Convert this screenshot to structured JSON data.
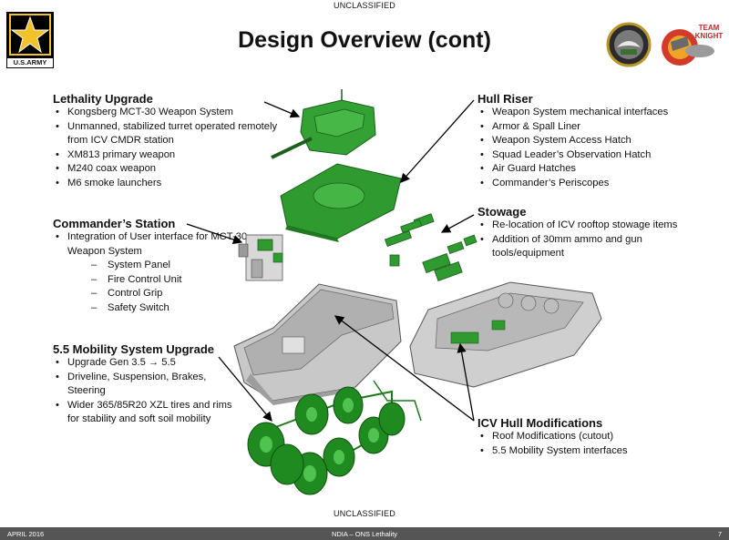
{
  "classification_top": "UNCLASSIFIED",
  "classification_bottom": "UNCLASSIFIED",
  "army_logo_text": "U.S.ARMY",
  "team_logo_text": "TEAM KNIGHT",
  "title": "Design Overview (cont)",
  "lethality": {
    "title": "Lethality Upgrade",
    "items": [
      "Kongsberg MCT-30 Weapon System",
      "Unmanned, stabilized turret operated remotely from ICV CMDR station",
      "XM813 primary weapon",
      "M240 coax weapon",
      "M6 smoke launchers"
    ]
  },
  "commander": {
    "title": "Commander’s Station",
    "items": [
      "Integration of User interface for MCT-30 Weapon System"
    ],
    "subitems": [
      "System Panel",
      "Fire Control Unit",
      "Control Grip",
      "Safety Switch"
    ]
  },
  "mobility": {
    "title": "5.5 Mobility System Upgrade",
    "items": [
      "Upgrade Gen 3.5 → 5.5",
      "Driveline, Suspension, Brakes, Steering",
      "Wider 365/85R20 XZL tires and rims for stability and soft soil mobility"
    ]
  },
  "hull_riser": {
    "title": "Hull Riser",
    "items": [
      "Weapon System mechanical interfaces",
      "Armor & Spall Liner",
      "Weapon System Access Hatch",
      "Squad Leader’s Observation Hatch",
      "Air Guard Hatches",
      "Commander’s Periscopes"
    ]
  },
  "stowage": {
    "title": "Stowage",
    "items": [
      "Re-location of ICV rooftop stowage items",
      "Addition of 30mm ammo and gun tools/equipment"
    ]
  },
  "icv_hull": {
    "title": "ICV Hull Modifications",
    "items": [
      "Roof Modifications (cutout)",
      "5.5 Mobility System interfaces"
    ]
  },
  "footer": {
    "date": "APRIL 2016",
    "center": "NDIA – ONS Lethality",
    "page": "7"
  },
  "colors": {
    "green": "#2f9a2f",
    "footer_bg": "#555555",
    "gray_hull": "#c8c8c8"
  }
}
